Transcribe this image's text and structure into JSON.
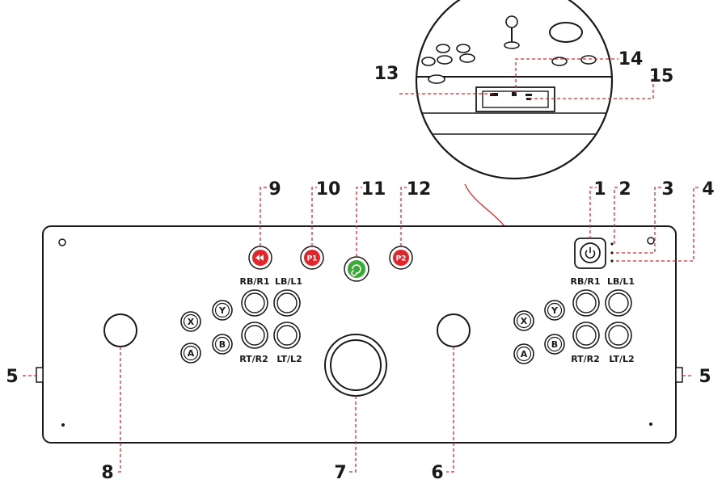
{
  "callouts": {
    "c1": "1",
    "c2": "2",
    "c3": "3",
    "c4": "4",
    "c5_left": "5",
    "c5_right": "5",
    "c6": "6",
    "c7": "7",
    "c8": "8",
    "c9": "9",
    "c10": "10",
    "c11": "11",
    "c12": "12",
    "c13": "13",
    "c14": "14",
    "c15": "15"
  },
  "buttons": {
    "left": {
      "x": "X",
      "y": "Y",
      "a": "A",
      "b": "B",
      "rb_r1": "RB/R1",
      "lb_l1": "LB/L1",
      "rt_r2": "RT/R2",
      "lt_l2": "LT/L2"
    },
    "right": {
      "x": "X",
      "y": "Y",
      "a": "A",
      "b": "B",
      "rb_r1": "RB/R1",
      "lb_l1": "LB/L1",
      "rt_r2": "RT/R2",
      "lt_l2": "LT/L2"
    },
    "top": {
      "p1": "P1",
      "p2": "P2"
    }
  },
  "colors": {
    "accent_red": "#e0262b",
    "button_green": "#3aa935",
    "outline": "#1a1a1a"
  },
  "icons": [
    "rewind-icon",
    "swirl-icon",
    "power-icon"
  ]
}
